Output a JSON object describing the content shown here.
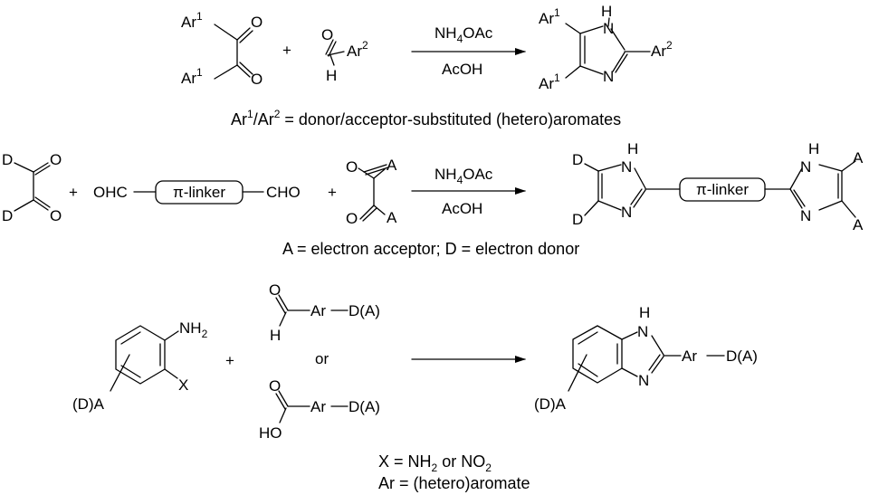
{
  "reaction1": {
    "ar1": "Ar",
    "sup1": "1",
    "ar2": "Ar",
    "sup2": "2",
    "O": "O",
    "H": "H",
    "N": "N",
    "NH": "H",
    "plus": "+",
    "reagent_nh4": "NH",
    "reagent_4": "4",
    "reagent_oac": "OAc",
    "solvent": "AcOH",
    "caption_a": "Ar",
    "caption_b": "/Ar",
    "caption_c": " = donor/acceptor-substituted (hetero)aromates"
  },
  "reaction2": {
    "D": "D",
    "A": "A",
    "O": "O",
    "plus": "+",
    "ohc": "OHC",
    "cho": "CHO",
    "linker": "π-linker",
    "N": "N",
    "NH": "H",
    "reagent_nh4": "NH",
    "reagent_4": "4",
    "reagent_oac": "OAc",
    "solvent": "AcOH",
    "caption": "A = electron acceptor; D = electron donor"
  },
  "reaction3": {
    "nh2": "NH",
    "nh2_sub": "2",
    "X": "X",
    "DA": "(D)A",
    "plus": "+",
    "O": "O",
    "H": "H",
    "HO": "HO",
    "Ar": "Ar",
    "DA_sub": "D(A)",
    "or": "or",
    "N": "N",
    "NH": "H",
    "caption1_a": "X = NH",
    "caption1_b": "2",
    "caption1_c": " or NO",
    "caption1_d": "2",
    "caption2": "Ar = (hetero)aromate"
  }
}
